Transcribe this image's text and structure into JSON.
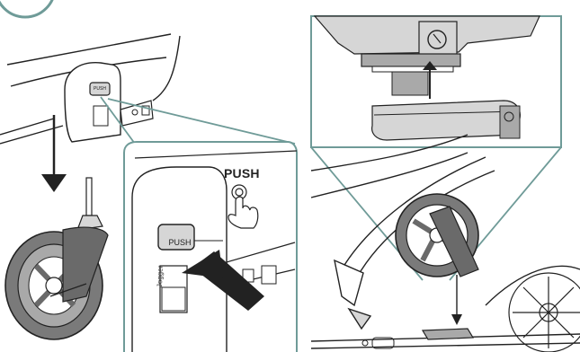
{
  "labels": {
    "push_heading": "PUSH",
    "push_button_text": "PUSH",
    "push_small_text": "PUSH",
    "jogger_text": "Jogger"
  },
  "colors": {
    "frame": "#6f9b98",
    "line": "#222222",
    "wheel": "#7a7a7a",
    "light_gray": "#d6d6d6",
    "mid_gray": "#a9a9a9"
  }
}
